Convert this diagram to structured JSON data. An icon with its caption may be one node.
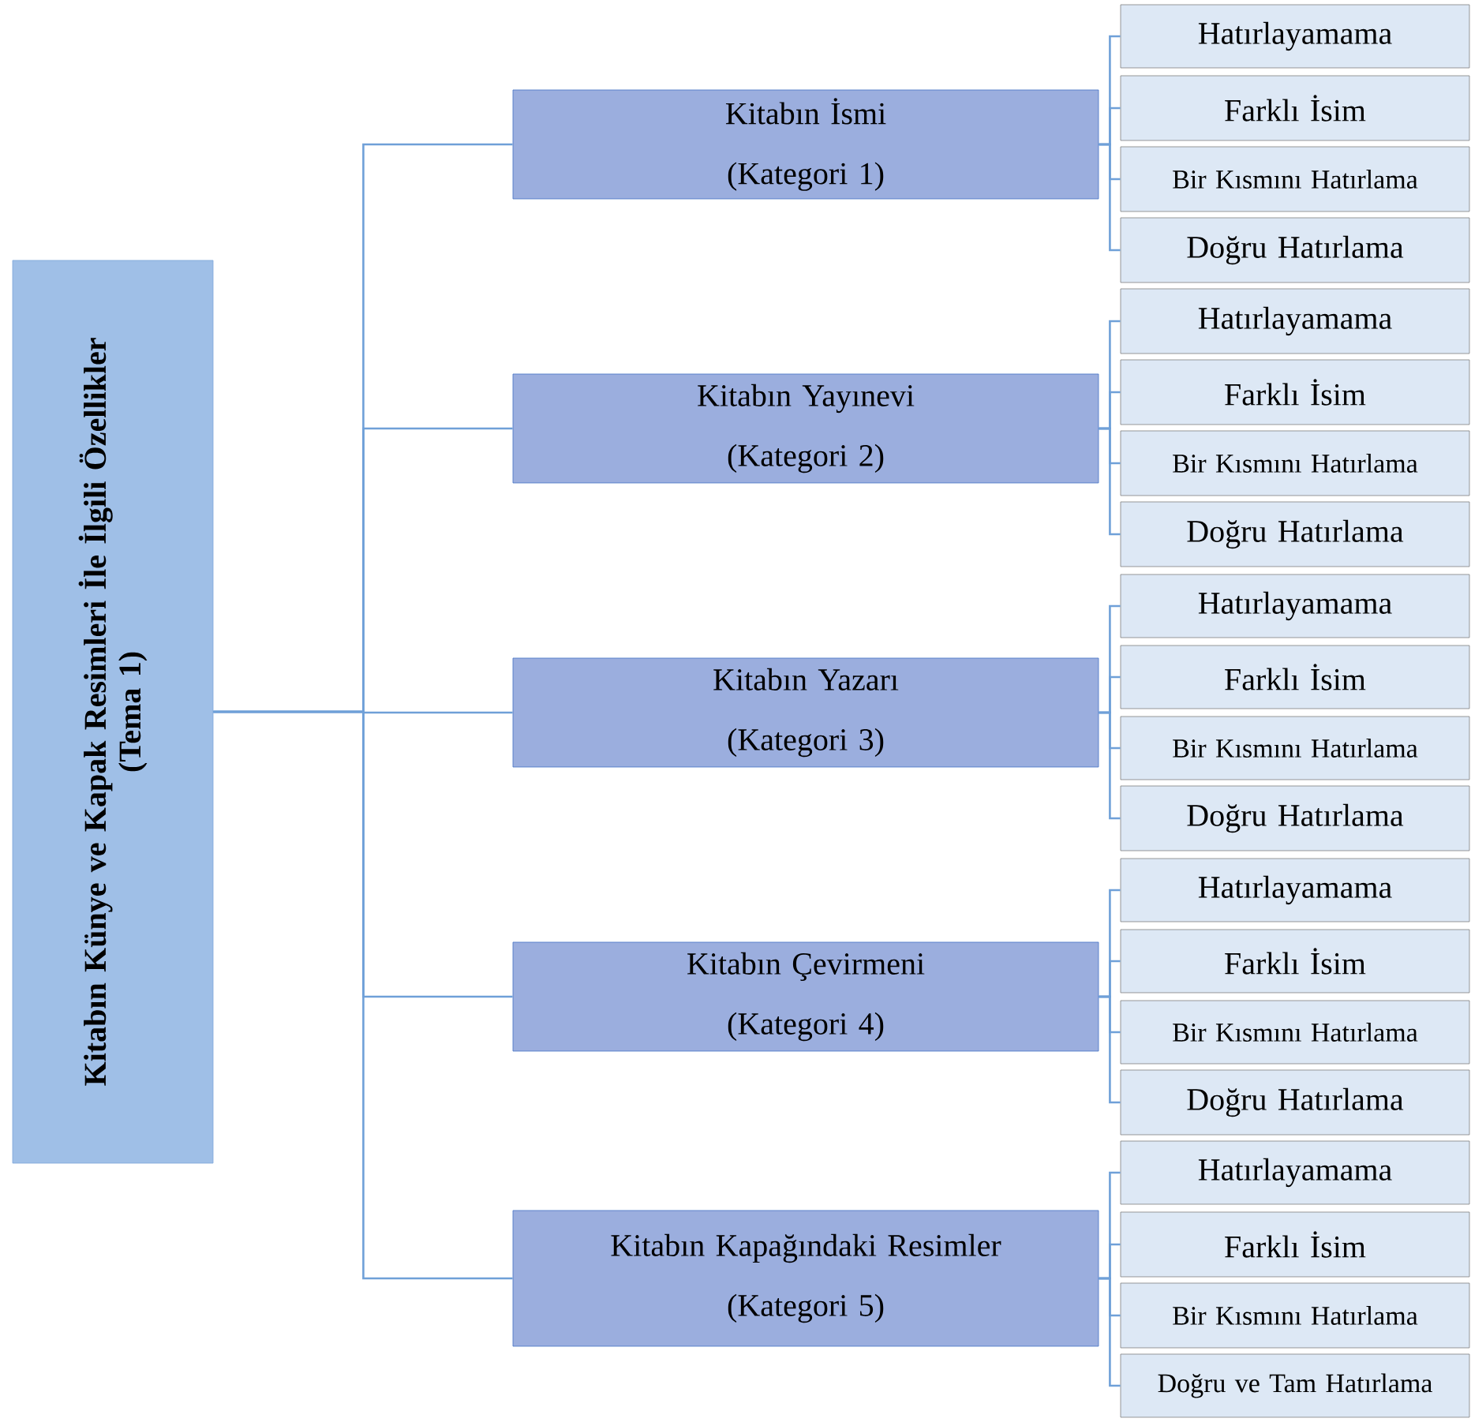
{
  "diagram": {
    "nodes": [
      {
        "text": [
          "Kitabın Künye ve Kapak Resimleri İle İlgili Özellikler",
          "(Tema 1)"
        ]
      },
      {
        "text": [
          "Kitabın İsmi",
          "(Kategori 1)"
        ]
      },
      {
        "text": [
          "Hatırlayamama"
        ]
      },
      {
        "text": [
          "Farklı İsim"
        ]
      },
      {
        "text": [
          "Bir Kısmını Hatırlama"
        ]
      },
      {
        "text": [
          "Doğru Hatırlama"
        ]
      },
      {
        "text": [
          "Kitabın Yayınevi",
          "(Kategori 2)"
        ]
      },
      {
        "text": [
          "Hatırlayamama"
        ]
      },
      {
        "text": [
          "Farklı İsim"
        ]
      },
      {
        "text": [
          "Bir Kısmını Hatırlama"
        ]
      },
      {
        "text": [
          "Doğru Hatırlama"
        ]
      },
      {
        "text": [
          "Kitabın Yazarı",
          "(Kategori 3)"
        ]
      },
      {
        "text": [
          "Hatırlayamama"
        ]
      },
      {
        "text": [
          "Farklı İsim"
        ]
      },
      {
        "text": [
          "Bir Kısmını Hatırlama"
        ]
      },
      {
        "text": [
          "Doğru Hatırlama"
        ]
      },
      {
        "text": [
          "Kitabın Çevirmeni",
          "(Kategori 4)"
        ]
      },
      {
        "text": [
          "Hatırlayamama"
        ]
      },
      {
        "text": [
          "Farklı İsim"
        ]
      },
      {
        "text": [
          "Bir Kısmını Hatırlama"
        ]
      },
      {
        "text": [
          "Doğru Hatırlama"
        ]
      },
      {
        "text": [
          "Kitabın Kapağındaki Resimler",
          "(Kategori 5)"
        ]
      },
      {
        "text": [
          "Hatırlayamama"
        ]
      },
      {
        "text": [
          "Farklı İsim"
        ]
      },
      {
        "text": [
          "Bir Kısmını Hatırlama"
        ]
      },
      {
        "text": [
          "Doğru ve Tam Hatırlama"
        ]
      }
    ],
    "edges": [
      {
        "from": 0,
        "to": 1,
        "arrow": "none"
      },
      {
        "from": 0,
        "to": 6,
        "arrow": "none"
      },
      {
        "from": 0,
        "to": 11,
        "arrow": "none"
      },
      {
        "from": 0,
        "to": 16,
        "arrow": "none"
      },
      {
        "from": 0,
        "to": 21,
        "arrow": "none"
      },
      {
        "from": 1,
        "to": 2,
        "arrow": "none"
      },
      {
        "from": 1,
        "to": 3,
        "arrow": "none"
      },
      {
        "from": 1,
        "to": 4,
        "arrow": "none"
      },
      {
        "from": 1,
        "to": 5,
        "arrow": "none"
      },
      {
        "from": 6,
        "to": 7,
        "arrow": "none"
      },
      {
        "from": 6,
        "to": 8,
        "arrow": "none"
      },
      {
        "from": 6,
        "to": 9,
        "arrow": "none"
      },
      {
        "from": 6,
        "to": 10,
        "arrow": "none"
      },
      {
        "from": 11,
        "to": 12,
        "arrow": "none"
      },
      {
        "from": 11,
        "to": 13,
        "arrow": "none"
      },
      {
        "from": 11,
        "to": 14,
        "arrow": "none"
      },
      {
        "from": 11,
        "to": 15,
        "arrow": "none"
      },
      {
        "from": 16,
        "to": 17,
        "arrow": "none"
      },
      {
        "from": 16,
        "to": 18,
        "arrow": "none"
      },
      {
        "from": 16,
        "to": 19,
        "arrow": "none"
      },
      {
        "from": 16,
        "to": 20,
        "arrow": "none"
      },
      {
        "from": 21,
        "to": 22,
        "arrow": "none"
      },
      {
        "from": 21,
        "to": 23,
        "arrow": "none"
      },
      {
        "from": 21,
        "to": 24,
        "arrow": "none"
      },
      {
        "from": 21,
        "to": 25,
        "arrow": "none"
      }
    ]
  }
}
